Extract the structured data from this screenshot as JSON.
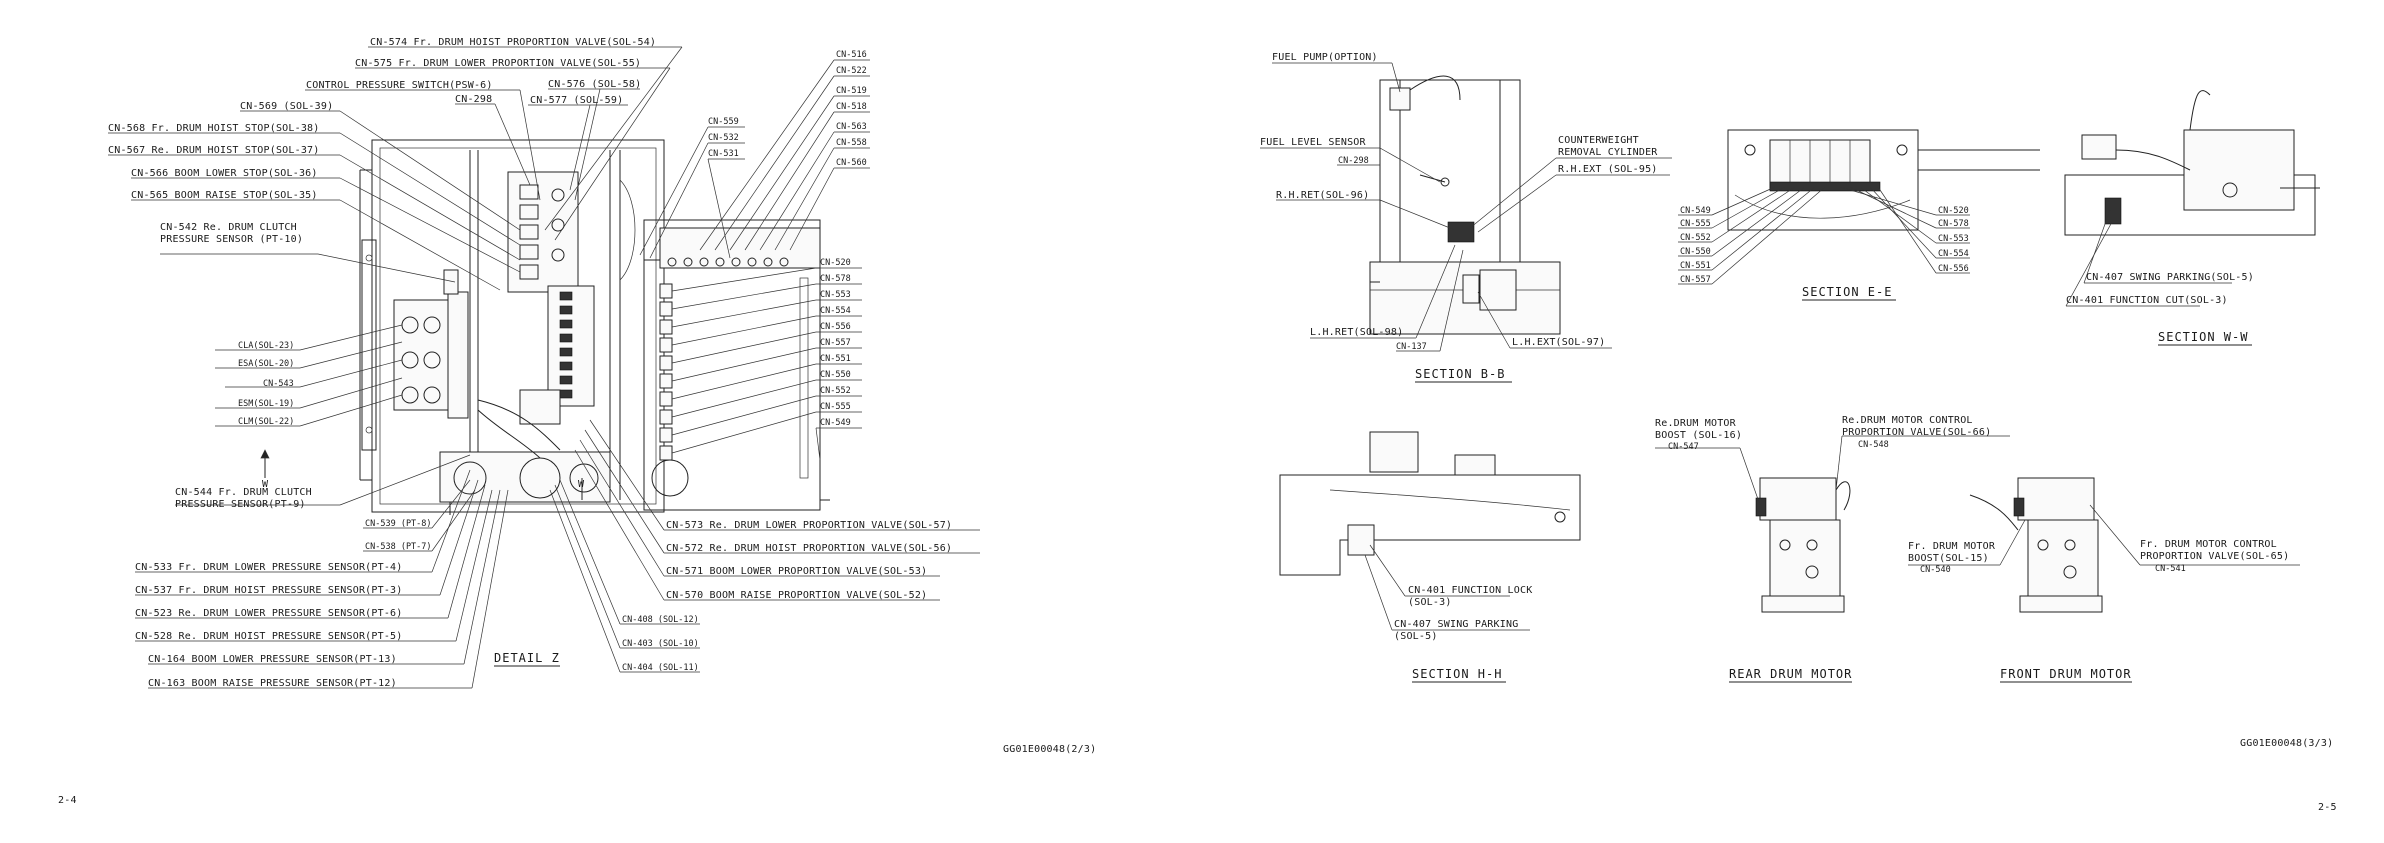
{
  "left_sheet": {
    "callouts_top": [
      "CN-574 Fr. DRUM HOIST PROPORTION VALVE(SOL-54)",
      "CN-575 Fr. DRUM LOWER PROPORTION VALVE(SOL-55)",
      "CONTROL PRESSURE SWITCH(PSW-6)",
      "CN-576 (SOL-58)",
      "CN-298",
      "CN-577 (SOL-59)",
      "CN-569 (SOL-39)",
      "CN-568 Fr. DRUM HOIST STOP(SOL-38)",
      "CN-567 Re. DRUM HOIST STOP(SOL-37)",
      "CN-566 BOOM LOWER STOP(SOL-36)",
      "CN-565 BOOM RAISE STOP(SOL-35)",
      "CN-542 Re. DRUM CLUTCH",
      "PRESSURE SENSOR (PT-10)"
    ],
    "callouts_left_small": [
      "CLA(SOL-23)",
      "ESA(SOL-20)",
      "CN-543",
      "ESM(SOL-19)",
      "CLM(SOL-22)"
    ],
    "w_marker": "W",
    "cn544": [
      "CN-544 Fr. DRUM CLUTCH",
      "PRESSURE SENSOR(PT-9)"
    ],
    "callouts_bottom_left": [
      "CN-539 (PT-8)",
      "CN-538 (PT-7)",
      "CN-533 Fr. DRUM LOWER PRESSURE SENSOR(PT-4)",
      "CN-537 Fr. DRUM HOIST PRESSURE SENSOR(PT-3)",
      "CN-523 Re. DRUM LOWER PRESSURE SENSOR(PT-6)",
      "CN-528 Re. DRUM HOIST PRESSURE SENSOR(PT-5)",
      "CN-164 BOOM LOWER PRESSURE SENSOR(PT-13)",
      "CN-163 BOOM RAISE PRESSURE SENSOR(PT-12)"
    ],
    "callouts_mid_top": [
      "CN-559",
      "CN-532",
      "CN-531"
    ],
    "callouts_right_top": [
      "CN-516",
      "CN-522",
      "CN-519",
      "CN-518",
      "CN-563",
      "CN-558",
      "CN-560"
    ],
    "callouts_right": [
      "CN-520",
      "CN-578",
      "CN-553",
      "CN-554",
      "CN-556",
      "CN-557",
      "CN-551",
      "CN-550",
      "CN-552",
      "CN-555",
      "CN-549"
    ],
    "callouts_bottom_right": [
      "CN-573 Re. DRUM LOWER PROPORTION VALVE(SOL-57)",
      "CN-572 Re. DRUM HOIST PROPORTION VALVE(SOL-56)",
      "CN-571 BOOM LOWER PROPORTION VALVE(SOL-53)",
      "CN-570 BOOM RAISE PROPORTION VALVE(SOL-52)"
    ],
    "callouts_bottom_mid": [
      "CN-408 (SOL-12)",
      "CN-403 (SOL-10)",
      "CN-404 (SOL-11)"
    ],
    "detail_title": "DETAIL Z",
    "drawing_no": "GG01E00048(2/3)",
    "page_no": "2-4"
  },
  "right_sheet": {
    "section_bb": {
      "fuel_pump": "FUEL PUMP(OPTION)",
      "fuel_level": "FUEL LEVEL SENSOR",
      "cn298": "CN-298",
      "rh_ret": "R.H.RET(SOL-96)",
      "counterweight": [
        "COUNTERWEIGHT",
        "REMOVAL CYLINDER"
      ],
      "rh_ext": "R.H.EXT (SOL-95)",
      "lh_ret": "L.H.RET(SOL-98)",
      "cn137": "CN-137",
      "lh_ext": "L.H.EXT(SOL-97)",
      "title": "SECTION B-B"
    },
    "section_ee": {
      "left": [
        "CN-549",
        "CN-555",
        "CN-552",
        "CN-550",
        "CN-551",
        "CN-557"
      ],
      "right": [
        "CN-520",
        "CN-578",
        "CN-553",
        "CN-554",
        "CN-556"
      ],
      "title": "SECTION E-E"
    },
    "section_ww": {
      "swing": "CN-407 SWING PARKING(SOL-5)",
      "cut": "CN-401 FUNCTION CUT(SOL-3)",
      "title": "SECTION W-W"
    },
    "section_hh": {
      "lock": [
        "CN-401 FUNCTION LOCK",
        "(SOL-3)"
      ],
      "swing": [
        "CN-407 SWING PARKING",
        "(SOL-5)"
      ],
      "title": "SECTION H-H"
    },
    "rear_motor": {
      "boost": [
        "Re.DRUM MOTOR",
        "BOOST (SOL-16)",
        "CN-547"
      ],
      "control": [
        "Re.DRUM MOTOR CONTROL",
        "PROPORTION VALVE(SOL-66)",
        "CN-548"
      ],
      "title": "REAR DRUM MOTOR"
    },
    "front_motor": {
      "boost": [
        "Fr. DRUM MOTOR",
        "BOOST(SOL-15)",
        "CN-540"
      ],
      "control": [
        "Fr. DRUM MOTOR CONTROL",
        "PROPORTION VALVE(SOL-65)",
        "CN-541"
      ],
      "title": "FRONT DRUM MOTOR"
    },
    "drawing_no": "GG01E00048(3/3)",
    "page_no": "2-5"
  }
}
